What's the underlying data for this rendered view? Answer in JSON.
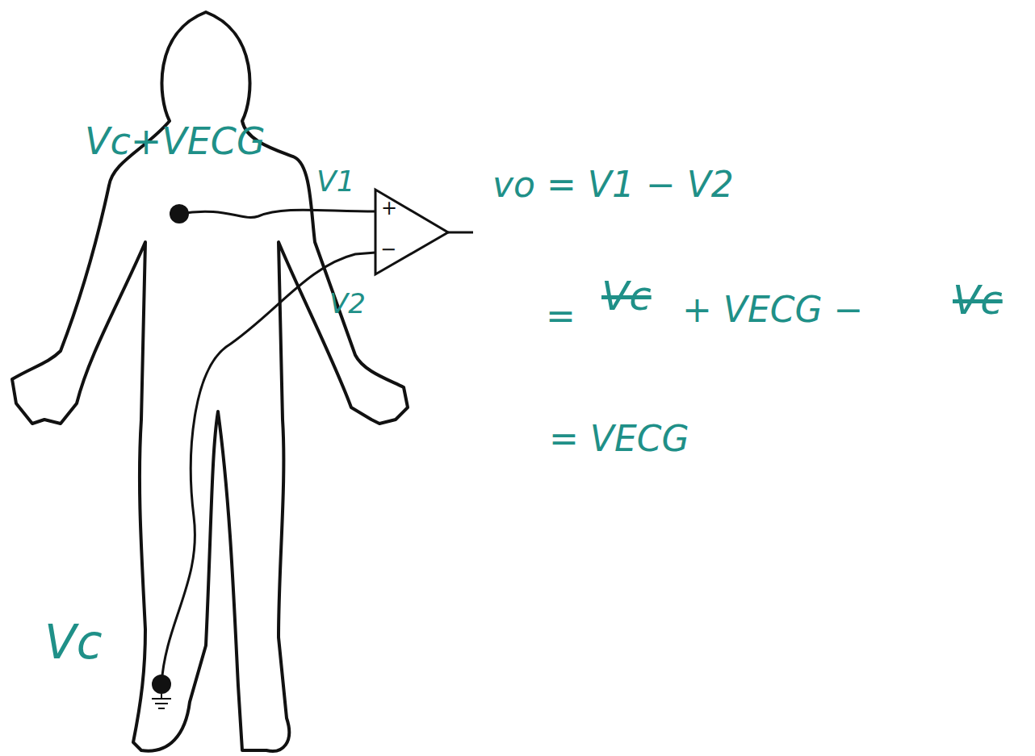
{
  "diagram": {
    "labels": [
      "Vc+VECG",
      "V1",
      "+",
      "−",
      "V2",
      "vo = V1 − V2",
      "=",
      "Vc",
      "+ VECG −",
      "Vc",
      "= VECG",
      "Vc"
    ]
  }
}
